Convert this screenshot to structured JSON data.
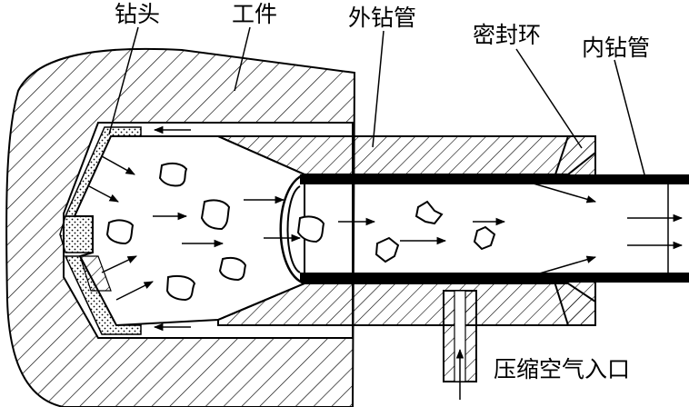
{
  "labels": {
    "drill_bit": "钻头",
    "workpiece": "工件",
    "outer_drill_pipe": "外钻管",
    "seal_ring": "密封环",
    "inner_drill_pipe": "内钻管",
    "compressed_air_inlet": "压缩空气入口"
  }
}
